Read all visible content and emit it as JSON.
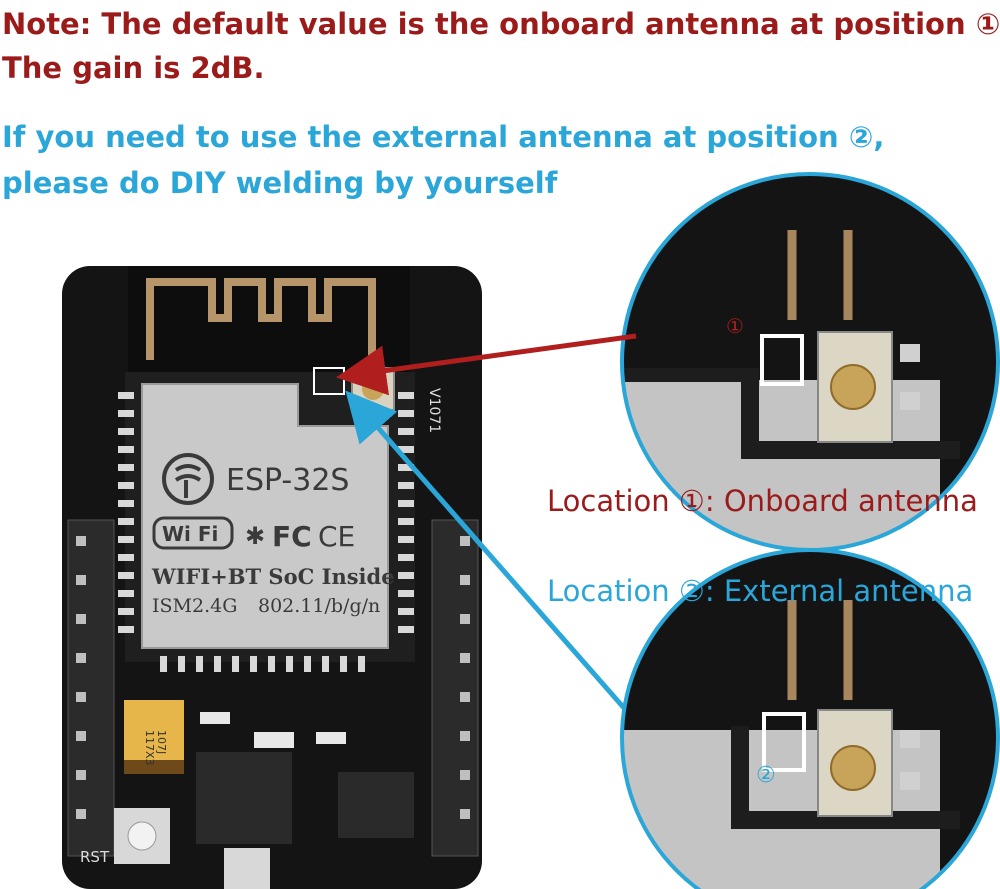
{
  "header": {
    "note_line1": "Note: The default value is the onboard antenna at position ①.",
    "note_line2": "The gain is 2dB.",
    "tip_line1": "If you need to use the external antenna at position ②,",
    "tip_line2": "please do DIY welding by yourself"
  },
  "labels": {
    "location1": "Location ①: Onboard antenna",
    "location2": "Location ②: External antenna"
  },
  "board": {
    "module_name": "ESP-32S",
    "wifi_label": "Wi Fi",
    "fc_label": "FC",
    "ce_label": "CE",
    "soc_text": "WIFI+BT SoC Inside",
    "band_text": "ISM2.4G",
    "standard_text": "802.11/b/g/n",
    "version": "V1071",
    "reset_label": "RST",
    "cap_text1": "107J",
    "cap_text2": "117X3"
  },
  "zoom": {
    "marker1": "①",
    "marker2": "②"
  },
  "colors": {
    "red": "#9b1b1b",
    "blue": "#2aa6d8",
    "pcb": "#141414",
    "shield": "#c9c9c9"
  }
}
